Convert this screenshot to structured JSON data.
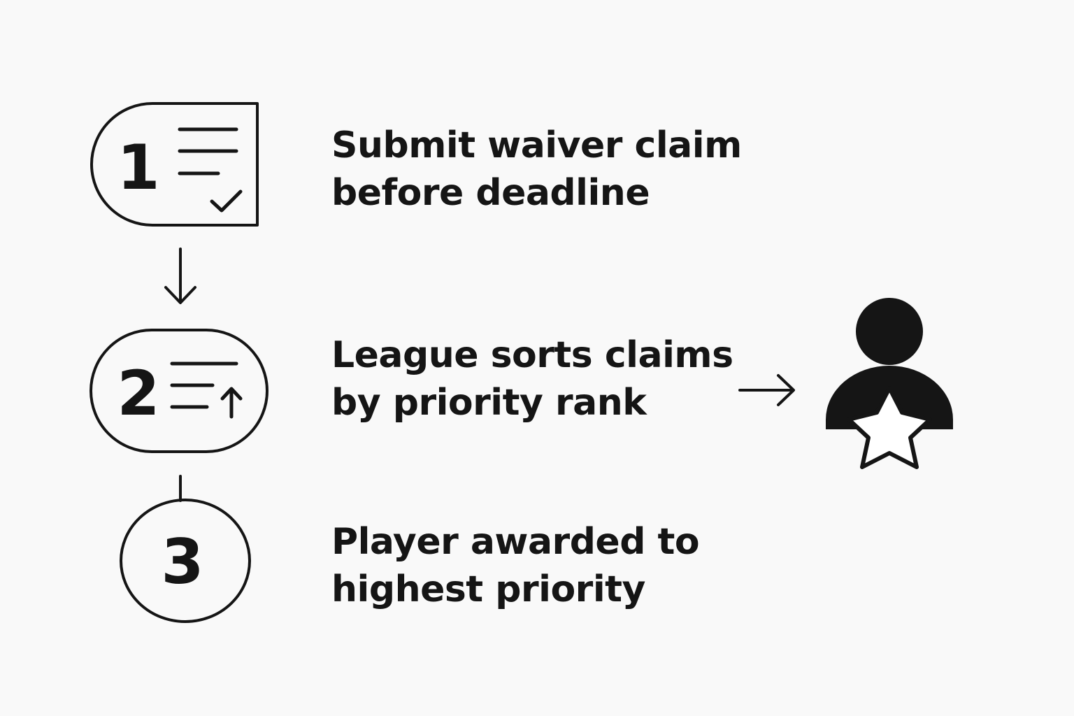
{
  "steps": [
    {
      "number": "1",
      "lines": [
        "Submit waiver claim",
        "before deadline"
      ]
    },
    {
      "number": "2",
      "lines": [
        "League sorts claims",
        "by priority rank"
      ]
    },
    {
      "number": "3",
      "lines": [
        "Player awarded to",
        "highest priority"
      ]
    }
  ],
  "icons": {
    "step1": "checklist-icon",
    "step2": "sort-ascending-icon",
    "result": "user-star-icon"
  },
  "colors": {
    "ink": "#151515",
    "background": "#f9f9f9"
  }
}
